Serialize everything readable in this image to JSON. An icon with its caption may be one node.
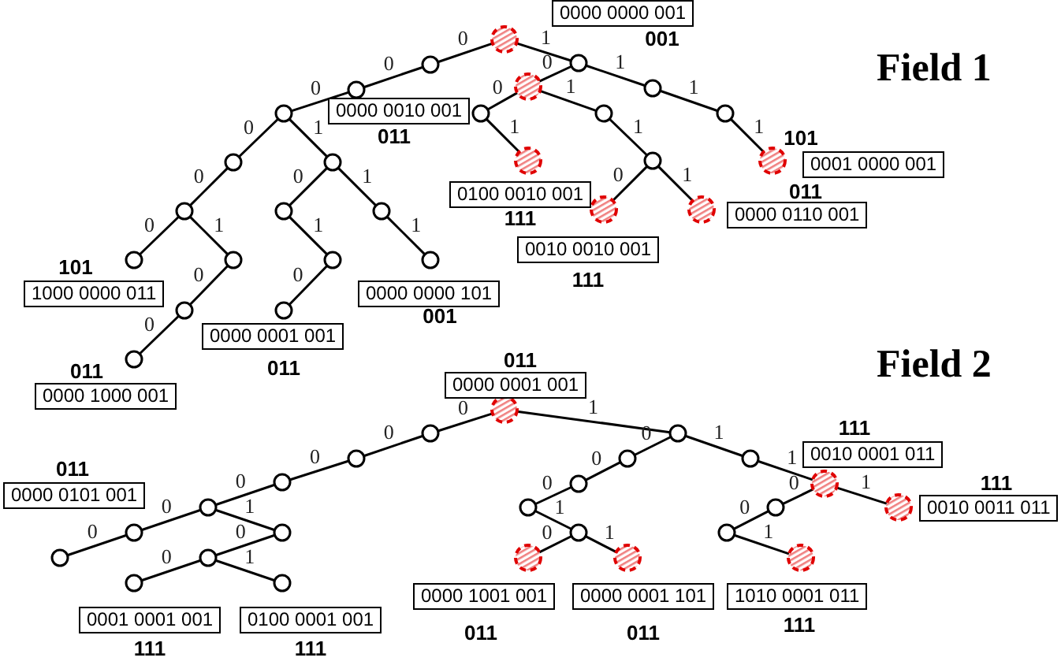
{
  "diagram": {
    "nodes": [
      {
        "text": [],
        "shape": "circle"
      },
      {
        "text": [],
        "shape": "circle"
      },
      {
        "text": [],
        "shape": "circle"
      },
      {
        "text": [],
        "shape": "circle"
      },
      {
        "text": [],
        "shape": "circle"
      },
      {
        "text": [],
        "shape": "circle"
      },
      {
        "text": [],
        "shape": "circle"
      },
      {
        "text": [],
        "shape": "circle"
      },
      {
        "text": [],
        "shape": "circle"
      },
      {
        "text": [],
        "shape": "circle"
      },
      {
        "text": [],
        "shape": "circle"
      },
      {
        "text": [],
        "shape": "circle"
      },
      {
        "text": [],
        "shape": "circle"
      },
      {
        "text": [],
        "shape": "circle"
      },
      {
        "text": [],
        "shape": "circle"
      },
      {
        "text": [],
        "shape": "circle"
      },
      {
        "text": [],
        "shape": "circle"
      },
      {
        "text": [],
        "shape": "circle"
      },
      {
        "text": [],
        "shape": "circle"
      },
      {
        "text": [],
        "shape": "circle"
      },
      {
        "text": [],
        "shape": "circle"
      },
      {
        "text": [],
        "shape": "circle"
      },
      {
        "text": [],
        "shape": "circle"
      },
      {
        "text": [],
        "shape": "circle"
      },
      {
        "text": [],
        "shape": "circle"
      },
      {
        "text": [],
        "shape": "circle"
      },
      {
        "text": [],
        "shape": "circle"
      },
      {
        "text": [
          "0000 0000 001",
          "001"
        ]
      },
      {
        "text": [
          "0000 0010 001",
          "011"
        ]
      },
      {
        "text": [
          "0100 0010 001",
          "111"
        ]
      },
      {
        "text": [
          "0010 0010 001",
          "111"
        ]
      },
      {
        "text": [
          "101",
          "0001 0000 001"
        ]
      },
      {
        "text": [
          "011",
          "0000 0110 001"
        ]
      },
      {
        "text": [
          "101",
          "1000 0000 011"
        ]
      },
      {
        "text": [
          "0000 0001 001",
          "011"
        ]
      },
      {
        "text": [
          "0000 0000 101",
          "001"
        ]
      },
      {
        "text": [
          "011",
          "0000 1000 001"
        ]
      },
      {
        "text": [],
        "shape": "circle"
      },
      {
        "text": [],
        "shape": "circle"
      },
      {
        "text": [],
        "shape": "circle"
      },
      {
        "text": [],
        "shape": "circle"
      },
      {
        "text": [],
        "shape": "circle"
      },
      {
        "text": [],
        "shape": "circle"
      },
      {
        "text": [],
        "shape": "circle"
      },
      {
        "text": [],
        "shape": "circle"
      },
      {
        "text": [],
        "shape": "circle"
      },
      {
        "text": [],
        "shape": "circle"
      },
      {
        "text": [],
        "shape": "circle"
      },
      {
        "text": [],
        "shape": "circle"
      },
      {
        "text": [],
        "shape": "circle"
      },
      {
        "text": [],
        "shape": "circle"
      },
      {
        "text": [],
        "shape": "circle"
      },
      {
        "text": [],
        "shape": "circle"
      },
      {
        "text": [],
        "shape": "circle"
      },
      {
        "text": [],
        "shape": "circle"
      },
      {
        "text": [],
        "shape": "circle"
      },
      {
        "text": [],
        "shape": "circle"
      },
      {
        "text": [],
        "shape": "circle"
      },
      {
        "text": [],
        "shape": "circle"
      },
      {
        "text": [],
        "shape": "circle"
      },
      {
        "text": [],
        "shape": "circle"
      },
      {
        "text": [
          "011",
          "0000 0001 001"
        ]
      },
      {
        "text": [
          "011",
          "0000 0101 001"
        ]
      },
      {
        "text": [
          "0001 0001 001",
          "111"
        ]
      },
      {
        "text": [
          "0100 0001 001",
          "111"
        ]
      },
      {
        "text": [
          "0000 1001 001",
          "011"
        ]
      },
      {
        "text": [
          "0000 0001 101",
          "011"
        ]
      },
      {
        "text": [
          "1010 0001 011",
          "111"
        ]
      },
      {
        "text": [
          "111",
          "0010 0001 011"
        ]
      },
      {
        "text": [
          "111",
          "0010 0011 011"
        ]
      }
    ],
    "edges": [
      {
        "from": 0,
        "to": 1,
        "arrow": "none",
        "label": "0"
      },
      {
        "from": 1,
        "to": 2,
        "arrow": "none",
        "label": "0"
      },
      {
        "from": 2,
        "to": 3,
        "arrow": "none",
        "label": "0"
      },
      {
        "from": 3,
        "to": 4,
        "arrow": "none",
        "label": "0"
      },
      {
        "from": 4,
        "to": 5,
        "arrow": "none",
        "label": "0"
      },
      {
        "from": 5,
        "to": 6,
        "arrow": "none",
        "label": "0"
      },
      {
        "from": 5,
        "to": 7,
        "arrow": "none",
        "label": "1"
      },
      {
        "from": 7,
        "to": 8,
        "arrow": "none",
        "label": "0"
      },
      {
        "from": 8,
        "to": 9,
        "arrow": "none",
        "label": "0"
      },
      {
        "from": 3,
        "to": 10,
        "arrow": "none",
        "label": "1"
      },
      {
        "from": 10,
        "to": 11,
        "arrow": "none",
        "label": "0"
      },
      {
        "from": 11,
        "to": 12,
        "arrow": "none",
        "label": "1"
      },
      {
        "from": 12,
        "to": 13,
        "arrow": "none",
        "label": "0"
      },
      {
        "from": 10,
        "to": 14,
        "arrow": "none",
        "label": "1"
      },
      {
        "from": 14,
        "to": 15,
        "arrow": "none",
        "label": "1"
      },
      {
        "from": 0,
        "to": 16,
        "arrow": "none",
        "label": "1"
      },
      {
        "from": 16,
        "to": 17,
        "arrow": "none",
        "label": "0"
      },
      {
        "from": 17,
        "to": 18,
        "arrow": "none",
        "label": "0"
      },
      {
        "from": 18,
        "to": 19,
        "arrow": "none",
        "label": "1"
      },
      {
        "from": 17,
        "to": 20,
        "arrow": "none",
        "label": "1"
      },
      {
        "from": 20,
        "to": 21,
        "arrow": "none",
        "label": "1"
      },
      {
        "from": 21,
        "to": 22,
        "arrow": "none",
        "label": "0"
      },
      {
        "from": 21,
        "to": 23,
        "arrow": "none",
        "label": "1"
      },
      {
        "from": 16,
        "to": 24,
        "arrow": "none",
        "label": "1"
      },
      {
        "from": 24,
        "to": 25,
        "arrow": "none",
        "label": "1"
      },
      {
        "from": 25,
        "to": 26,
        "arrow": "none",
        "label": "1"
      },
      {
        "from": 37,
        "to": 38,
        "arrow": "none",
        "label": "0"
      },
      {
        "from": 38,
        "to": 39,
        "arrow": "none",
        "label": "0"
      },
      {
        "from": 39,
        "to": 40,
        "arrow": "none",
        "label": "0"
      },
      {
        "from": 40,
        "to": 41,
        "arrow": "none",
        "label": "0"
      },
      {
        "from": 41,
        "to": 42,
        "arrow": "none",
        "label": "0"
      },
      {
        "from": 42,
        "to": 43,
        "arrow": "none",
        "label": "0"
      },
      {
        "from": 41,
        "to": 44,
        "arrow": "none",
        "label": "1"
      },
      {
        "from": 44,
        "to": 45,
        "arrow": "none",
        "label": "0"
      },
      {
        "from": 45,
        "to": 46,
        "arrow": "none",
        "label": "0"
      },
      {
        "from": 45,
        "to": 47,
        "arrow": "none",
        "label": "1"
      },
      {
        "from": 37,
        "to": 48,
        "arrow": "none",
        "label": "1"
      },
      {
        "from": 48,
        "to": 49,
        "arrow": "none",
        "label": "0"
      },
      {
        "from": 49,
        "to": 50,
        "arrow": "none",
        "label": "0"
      },
      {
        "from": 50,
        "to": 51,
        "arrow": "none",
        "label": "0"
      },
      {
        "from": 51,
        "to": 52,
        "arrow": "none",
        "label": "1"
      },
      {
        "from": 52,
        "to": 53,
        "arrow": "none",
        "label": "0"
      },
      {
        "from": 52,
        "to": 54,
        "arrow": "none",
        "label": "1"
      },
      {
        "from": 48,
        "to": 55,
        "arrow": "none",
        "label": "1"
      },
      {
        "from": 55,
        "to": 56,
        "arrow": "none",
        "label": "1"
      },
      {
        "from": 56,
        "to": 60,
        "arrow": "none",
        "label": "1"
      },
      {
        "from": 56,
        "to": 57,
        "arrow": "none",
        "label": "0"
      },
      {
        "from": 57,
        "to": 58,
        "arrow": "none",
        "label": "0"
      },
      {
        "from": 58,
        "to": 59,
        "arrow": "none",
        "label": "1"
      }
    ],
    "labels": [
      "Field 1",
      "Field 2"
    ]
  }
}
